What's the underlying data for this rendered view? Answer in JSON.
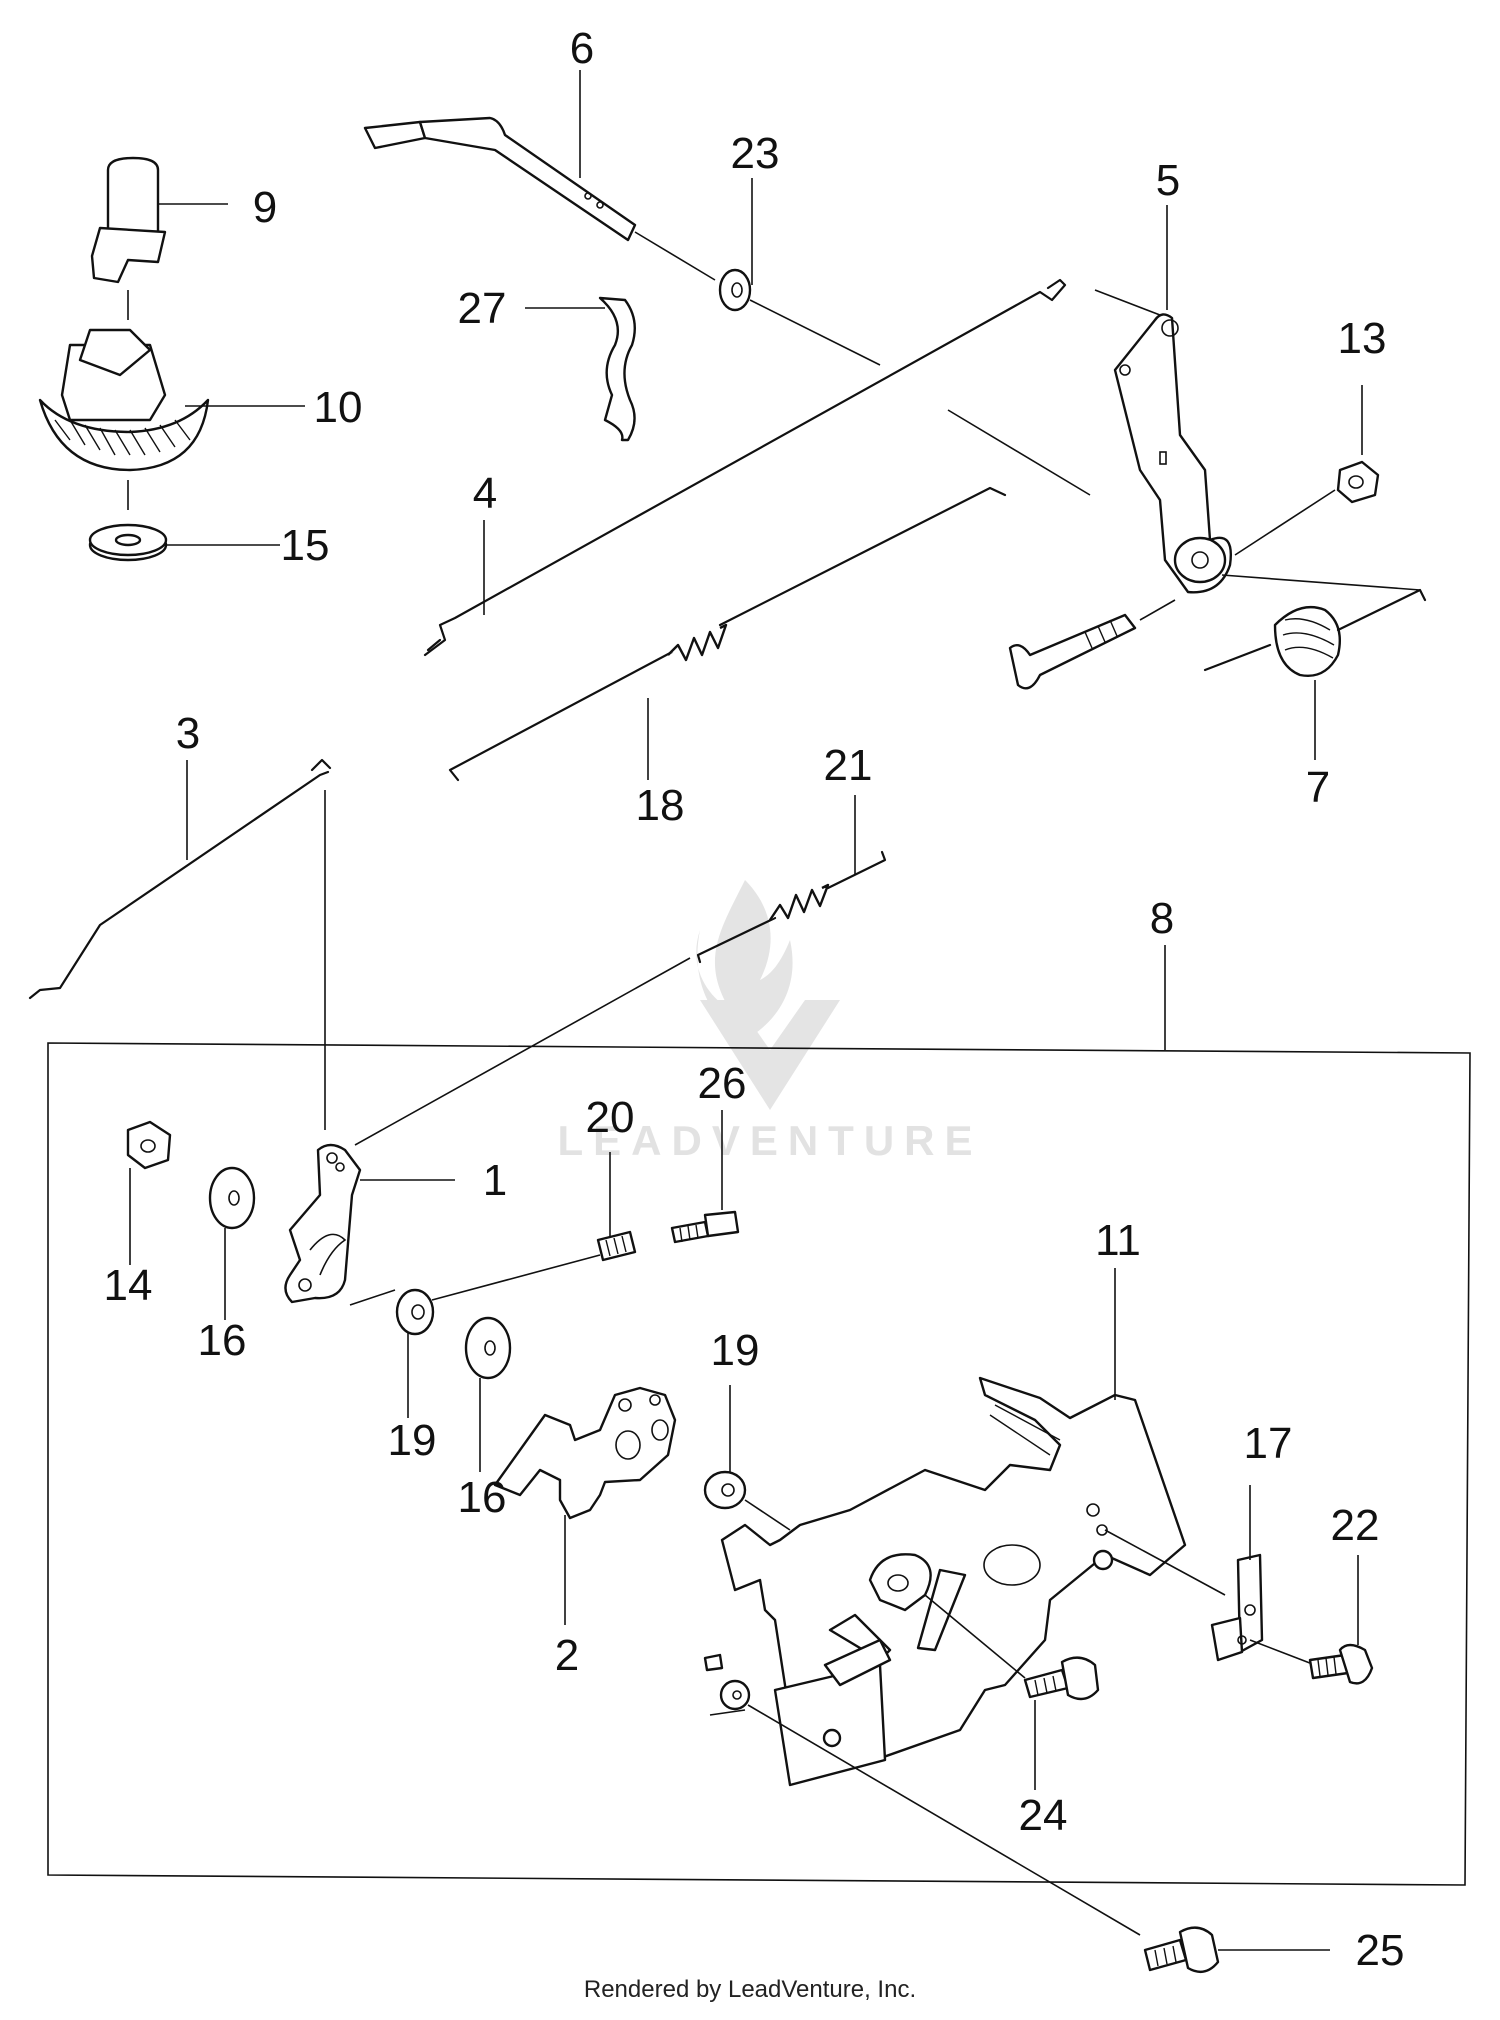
{
  "diagram": {
    "callouts": [
      "1",
      "2",
      "3",
      "4",
      "5",
      "6",
      "7",
      "8",
      "9",
      "10",
      "11",
      "13",
      "14",
      "15",
      "16",
      "16",
      "17",
      "18",
      "19",
      "19",
      "20",
      "21",
      "22",
      "23",
      "24",
      "25",
      "26",
      "27"
    ]
  },
  "watermark": {
    "text": "LEADVENTURE"
  },
  "footer": {
    "text": "Rendered by LeadVenture, Inc."
  }
}
